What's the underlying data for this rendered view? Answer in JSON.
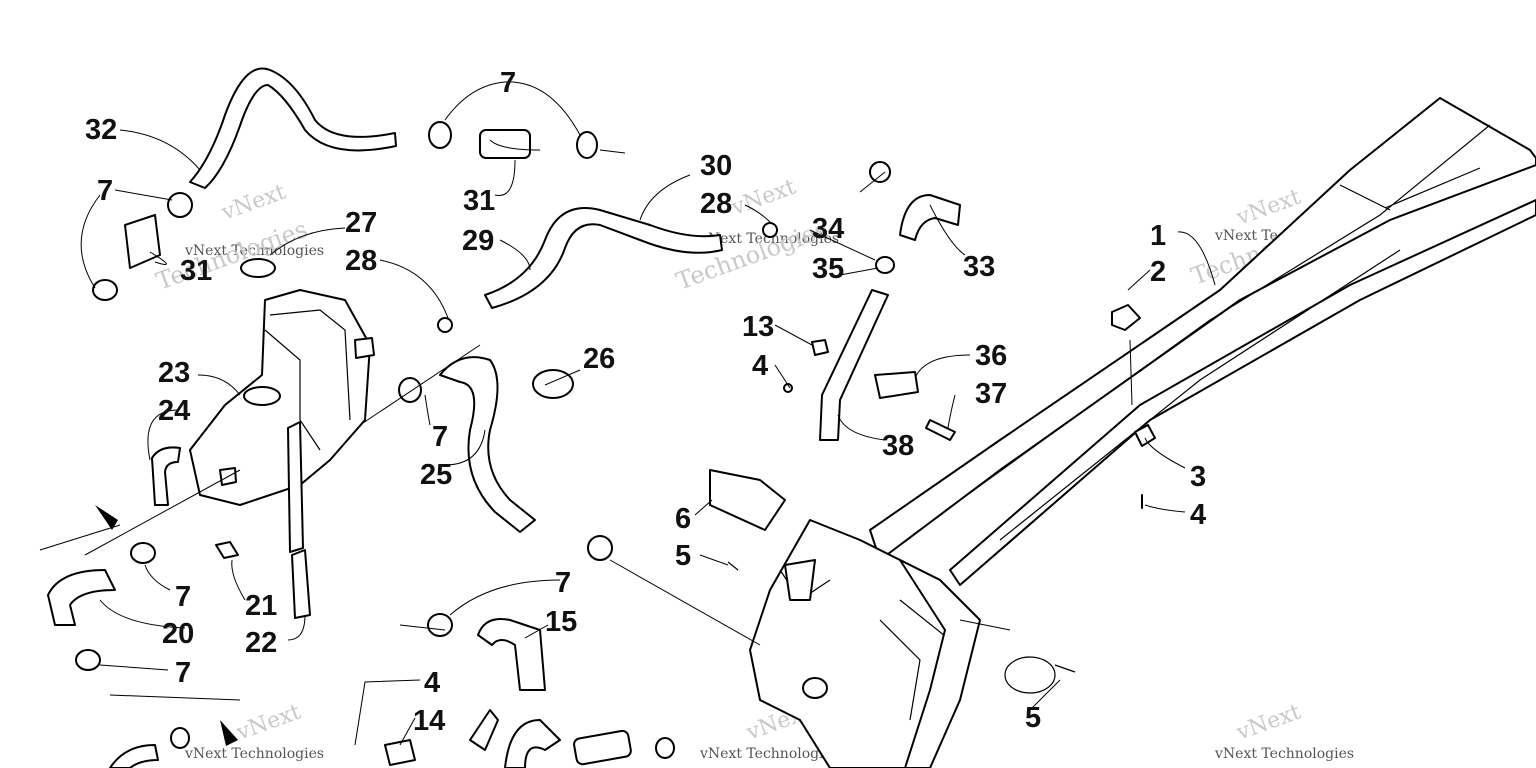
{
  "watermark": {
    "line1": "vNext",
    "line2": "vNext Technologies",
    "line3": "Technologies"
  },
  "callouts": {
    "c1": "1",
    "c2": "2",
    "c3": "3",
    "c4a": "4",
    "c4b": "4",
    "c4c": "4",
    "c5a": "5",
    "c5b": "5",
    "c6": "6",
    "c7a": "7",
    "c7b": "7",
    "c7c": "7",
    "c7d": "7",
    "c7e": "7",
    "c7f": "7",
    "c13": "13",
    "c14": "14",
    "c15": "15",
    "c20": "20",
    "c21": "21",
    "c22": "22",
    "c23": "23",
    "c24": "24",
    "c25": "25",
    "c26": "26",
    "c27": "27",
    "c28a": "28",
    "c28b": "28",
    "c29": "29",
    "c30": "30",
    "c31a": "31",
    "c31b": "31",
    "c32": "32",
    "c33": "33",
    "c34": "34",
    "c35": "35",
    "c36": "36",
    "c37": "37",
    "c38": "38"
  }
}
